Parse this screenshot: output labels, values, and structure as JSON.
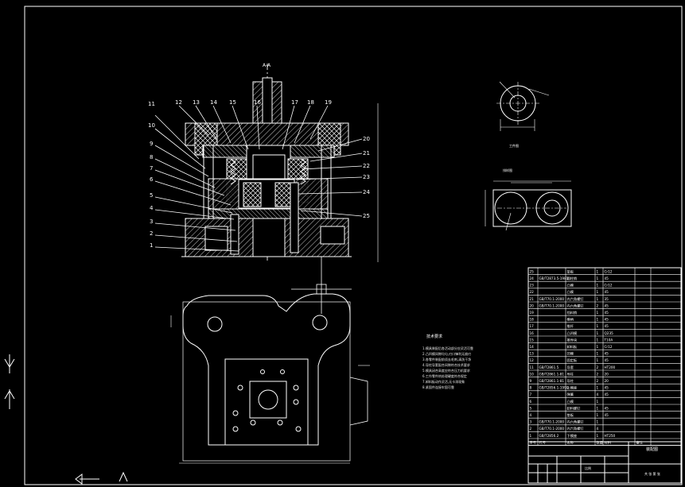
{
  "drawing": {
    "section_label": "A-A",
    "callouts_left": [
      "11",
      "10",
      "9",
      "8",
      "7",
      "6",
      "5",
      "4",
      "3",
      "2",
      "1"
    ],
    "callouts_top": [
      "12",
      "13",
      "14",
      "15",
      "16",
      "17",
      "18",
      "19"
    ],
    "callouts_right": [
      "20",
      "21",
      "22",
      "23",
      "24",
      "25"
    ],
    "tech_requirements_title": "技术要求",
    "tech_requirements_lines": [
      "1.模具装配后各活动部分应灵活可靠",
      "2.凸凹模间隙均匀,刃口锋利无崩刃",
      "3.各零件装配前须去毛刺,清洗干净",
      "4.导柱导套配合间隙符合技术要求",
      "5.模具闭合高度应符合压力机要求",
      "6.工作零件热处理硬度符合规定",
      "7.卸料板动作灵活,无卡滞现象",
      "8.紧固件连接牢固可靠"
    ],
    "part_view_label": "工件图",
    "layout_view_label": "排样图"
  },
  "bom": {
    "rows": [
      {
        "no": "25",
        "code": "",
        "name": "垫板",
        "qty": "1",
        "mat": "Cr12",
        "note": ""
      },
      {
        "no": "24",
        "code": "GB/T2873.5-1981",
        "name": "圆柱销",
        "qty": "1",
        "mat": "45",
        "note": ""
      },
      {
        "no": "23",
        "code": "",
        "name": "凸模",
        "qty": "1",
        "mat": "Cr12",
        "note": ""
      },
      {
        "no": "22",
        "code": "",
        "name": "凸模",
        "qty": "1",
        "mat": "45",
        "note": ""
      },
      {
        "no": "21",
        "code": "GB/T70.1-2000",
        "name": "内六角螺钉",
        "qty": "1",
        "mat": "35",
        "note": ""
      },
      {
        "no": "20",
        "code": "GB/T70.1-2000",
        "name": "内六角螺钉",
        "qty": "2",
        "mat": "45",
        "note": ""
      },
      {
        "no": "19",
        "code": "",
        "name": "挡料销",
        "qty": "1",
        "mat": "45",
        "note": ""
      },
      {
        "no": "18",
        "code": "",
        "name": "模柄",
        "qty": "1",
        "mat": "45",
        "note": ""
      },
      {
        "no": "17",
        "code": "",
        "name": "推杆",
        "qty": "1",
        "mat": "45",
        "note": ""
      },
      {
        "no": "16",
        "code": "",
        "name": "凸凹模",
        "qty": "1",
        "mat": "Q235",
        "note": ""
      },
      {
        "no": "15",
        "code": "",
        "name": "推件块",
        "qty": "1",
        "mat": "T10A",
        "note": ""
      },
      {
        "no": "14",
        "code": "",
        "name": "卸料板",
        "qty": "1",
        "mat": "Cr12",
        "note": ""
      },
      {
        "no": "13",
        "code": "",
        "name": "凹模",
        "qty": "1",
        "mat": "45",
        "note": ""
      },
      {
        "no": "12",
        "code": "",
        "name": "固定板",
        "qty": "1",
        "mat": "45",
        "note": ""
      },
      {
        "no": "11",
        "code": "GB/T2861.5",
        "name": "导套",
        "qty": "2",
        "mat": "HT200",
        "note": ""
      },
      {
        "no": "10",
        "code": "GB/T2861.1-81",
        "name": "导柱",
        "qty": "2",
        "mat": "20",
        "note": ""
      },
      {
        "no": "9",
        "code": "GB/T2861.1-81",
        "name": "导柱",
        "qty": "2",
        "mat": "20",
        "note": ""
      },
      {
        "no": "8",
        "code": "GB/T2856.1-1990",
        "name": "上模座",
        "qty": "1",
        "mat": "45",
        "note": ""
      },
      {
        "no": "7",
        "code": "",
        "name": "弹簧",
        "qty": "4",
        "mat": "45",
        "note": ""
      },
      {
        "no": "6",
        "code": "",
        "name": "凸模",
        "qty": "1",
        "mat": "",
        "note": ""
      },
      {
        "no": "5",
        "code": "",
        "name": "卸料螺钉",
        "qty": "1",
        "mat": "45",
        "note": ""
      },
      {
        "no": "4",
        "code": "",
        "name": "垫板",
        "qty": "1",
        "mat": "45",
        "note": ""
      },
      {
        "no": "3",
        "code": "GB/T70.1-2000",
        "name": "内六角螺钉",
        "qty": "1",
        "mat": "",
        "note": ""
      },
      {
        "no": "2",
        "code": "GB/T70.1-2000",
        "name": "内六角螺钉",
        "qty": "4",
        "mat": "",
        "note": ""
      },
      {
        "no": "1",
        "code": "GB/T2856.2",
        "name": "下模座",
        "qty": "1",
        "mat": "HT250",
        "note": ""
      }
    ],
    "header": {
      "no": "序号",
      "code": "代号",
      "name": "名称",
      "qty": "数量",
      "mat": "材料",
      "note": "备注"
    },
    "title_block_name": "装配图",
    "scale": "比例",
    "sheet": "共 张 第 张"
  },
  "border_marker": "A"
}
